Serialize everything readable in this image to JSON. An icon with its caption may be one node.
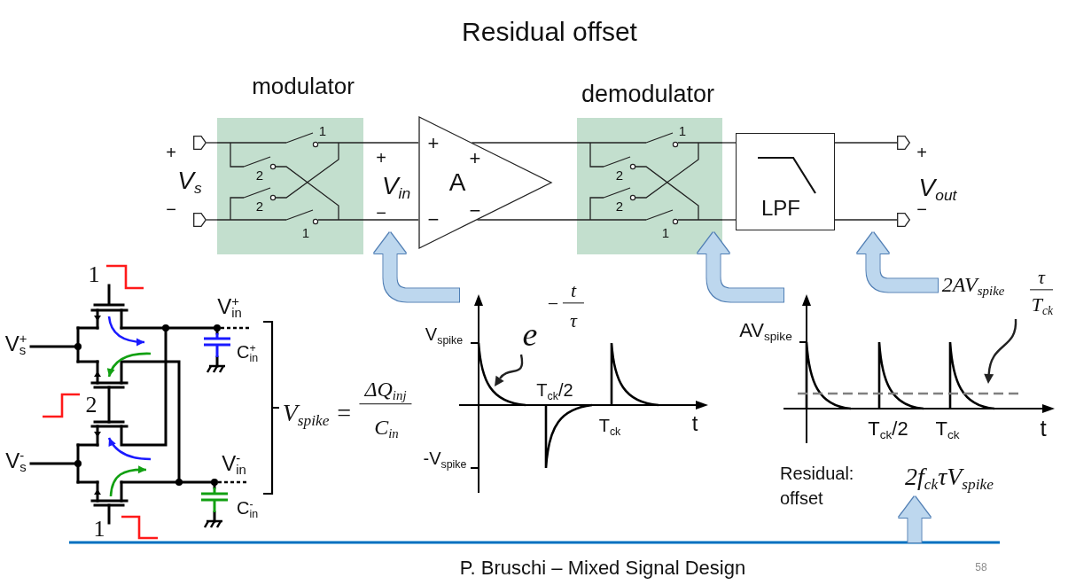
{
  "diagram": {
    "title": "Residual offset",
    "nodes": [
      {
        "text": [],
        "shape": "pentagon"
      },
      {
        "text": [],
        "shape": "pentagon"
      },
      {
        "text": [
          "modulator"
        ]
      },
      {
        "text": [
          "A"
        ]
      },
      {
        "text": [
          "demodulator"
        ]
      },
      {
        "text": [
          "LPF"
        ]
      },
      {
        "text": [],
        "shape": "pentagon"
      },
      {
        "text": [],
        "shape": "pentagon"
      },
      {
        "text": [],
        "shape": "picture"
      },
      {
        "text": [
          "e",
          "−",
          "t",
          "τ"
        ]
      },
      {
        "text": [
          "2AV$_{spike}$",
          "τ",
          "T$_{ck}$"
        ]
      },
      {
        "text": [],
        "shape": "picture"
      },
      {
        "text": [
          "2f$_{ck}$τV$_{spike}$"
        ]
      }
    ],
    "edges": [
      {
        "from": 0,
        "to": 2,
        "arrow": "none"
      },
      {
        "from": 1,
        "to": 2,
        "arrow": "none"
      },
      {
        "from": 2,
        "to": 3,
        "arrow": "none"
      },
      {
        "from": 2,
        "to": 3,
        "arrow": "none"
      },
      {
        "from": 3,
        "to": 4,
        "arrow": "none"
      },
      {
        "from": 3,
        "to": 4,
        "arrow": "none"
      },
      {
        "from": 4,
        "to": 5,
        "arrow": "none"
      },
      {
        "from": 4,
        "to": 5,
        "arrow": "none"
      },
      {
        "from": 5,
        "to": 6,
        "arrow": "none"
      },
      {
        "from": 5,
        "to": 7,
        "arrow": "none"
      },
      {
        "from": 8,
        "to": 3,
        "arrow": "to",
        "style": "thick",
        "color": "#bdd7ee"
      },
      {
        "from": 9,
        "to": 8,
        "arrow": "to"
      },
      {
        "from": 11,
        "to": 5,
        "arrow": "to",
        "style": "thick",
        "color": "#bdd7ee"
      },
      {
        "from": 10,
        "to": 7,
        "arrow": "to",
        "style": "thick",
        "color": "#bdd7ee"
      },
      {
        "from": 10,
        "to": 11,
        "arrow": "to"
      },
      {
        "from": null,
        "to": 12,
        "arrow": "to",
        "style": "thick",
        "color": "#bdd7ee"
      }
    ],
    "labels": [
      "+",
      "V$_{s}$",
      "−",
      "1",
      "2",
      "2",
      "1",
      "+",
      "V$_{in}$",
      "−",
      "+",
      "−",
      "+",
      "−",
      "1",
      "2",
      "2",
      "1",
      "+",
      "V$_{out}$",
      "−",
      "1",
      "V$_{in}$$^{+}$",
      "V$_{s}$$^{+}$",
      "C$_{in}$$^{+}$",
      "2",
      "V$_{spike}$ =",
      "ΔQ$_{inj}$",
      "C$_{in}$",
      "V$_{s}$$^{-}$",
      "V$_{in}$$^{-}$",
      "C$_{in}$$^{-}$",
      "1",
      "V$_{spike}$",
      "T$_{ck}$/2",
      "T$_{ck}$",
      "t",
      "-V$_{spike}$",
      "AV$_{spike}$",
      "T$_{ck}$/2",
      "T$_{ck}$",
      "t",
      "Residual: offset",
      "P. Bruschi – Mixed Signal Design",
      "58"
    ]
  }
}
